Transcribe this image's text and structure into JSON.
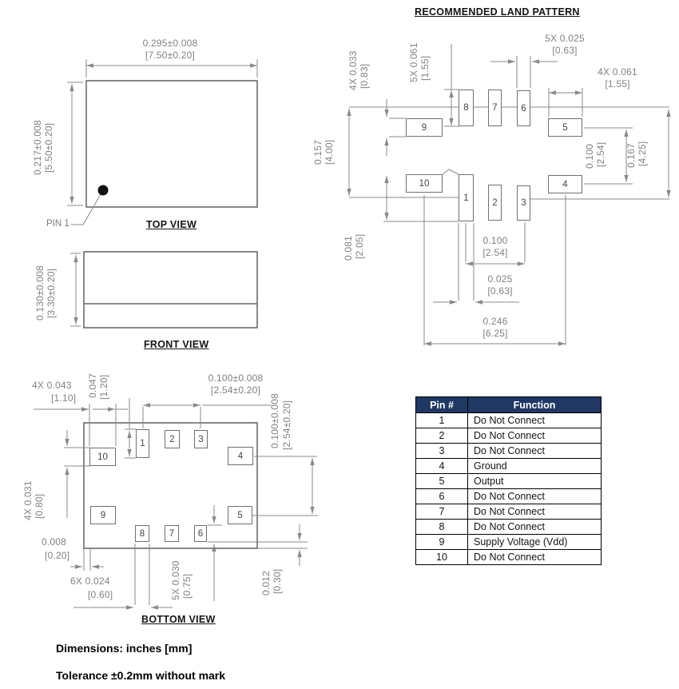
{
  "colors": {
    "table_header_bg": "#1F3864",
    "drawing_line": "#8A8A8A",
    "dim_text": "#818181"
  },
  "top_view": {
    "label": "TOP VIEW",
    "pin1_label": "PIN 1",
    "width_dim": [
      "0.295±0.008",
      "[7.50±0.20]"
    ],
    "height_dim": [
      "0.217±0.008",
      "[5.50±0.20]"
    ]
  },
  "front_view": {
    "label": "FRONT VIEW",
    "height_dim": [
      "0.130±0.008",
      "[3.30±0.20]"
    ]
  },
  "bottom_view": {
    "label": "BOTTOM VIEW",
    "pad_labels": {
      "p1": "1",
      "p2": "2",
      "p3": "3",
      "p4": "4",
      "p5": "5",
      "p6": "6",
      "p7": "7",
      "p8": "8",
      "p9": "9",
      "p10": "10"
    },
    "dims": {
      "corner_pad_width": [
        "4X 0.043",
        "[1.10]"
      ],
      "pad1_height": [
        "0.047",
        "[1.20]"
      ],
      "top_pitch": [
        "0.100±0.008",
        "[2.54±0.20]"
      ],
      "right_row_gap": [
        "0.100±0.008",
        "[2.54±0.20]"
      ],
      "corner_pad_height": [
        "4X 0.031",
        "[0.80]"
      ],
      "edge_gap": [
        "0.008",
        "[0.20]"
      ],
      "small_pad_width": [
        "6X 0.024",
        "[0.60]"
      ],
      "small_pad_height": [
        "5X 0.030",
        "[0.75]"
      ],
      "bottom_edge_gap": [
        "0.012",
        "[0.30]"
      ]
    }
  },
  "land_pattern": {
    "title": "RECOMMENDED LAND PATTERN",
    "pad_labels": {
      "p1": "1",
      "p2": "2",
      "p3": "3",
      "p4": "4",
      "p5": "5",
      "p6": "6",
      "p7": "7",
      "p8": "8",
      "p9": "9",
      "p10": "10"
    },
    "dims": {
      "overall_height_left": [
        "0.157",
        "[4.00]"
      ],
      "corner_pad_height": [
        "4X 0.033",
        "[0.83]"
      ],
      "tall_pad_height": [
        "5X 0.061",
        "[1.55]"
      ],
      "small_pad_width": [
        "5X 0.025",
        "[0.63]"
      ],
      "corner_pad_width": [
        "4X 0.061",
        "[1.55]"
      ],
      "right_row_gap": [
        "0.100",
        "[2.54]"
      ],
      "overall_height_right": [
        "0.167",
        "[4.25]"
      ],
      "pad1_height": [
        "0.081",
        "[2.05]"
      ],
      "bottom_pitch": [
        "0.100",
        "[2.54]"
      ],
      "pad1_width": [
        "0.025",
        "[0.63]"
      ],
      "overall_width": [
        "0.246",
        "[6.25]"
      ]
    }
  },
  "pin_table": {
    "headers": [
      "Pin #",
      "Function"
    ],
    "rows": [
      {
        "pin": "1",
        "fn": "Do Not Connect"
      },
      {
        "pin": "2",
        "fn": "Do Not Connect"
      },
      {
        "pin": "3",
        "fn": "Do Not Connect"
      },
      {
        "pin": "4",
        "fn": "Ground"
      },
      {
        "pin": "5",
        "fn": "Output"
      },
      {
        "pin": "6",
        "fn": "Do Not Connect"
      },
      {
        "pin": "7",
        "fn": "Do Not Connect"
      },
      {
        "pin": "8",
        "fn": "Do Not Connect"
      },
      {
        "pin": "9",
        "fn": "Supply Voltage (Vdd)"
      },
      {
        "pin": "10",
        "fn": "Do Not Connect"
      }
    ]
  },
  "footer": {
    "line1": "Dimensions: inches [mm]",
    "line2": "Tolerance ±0.2mm without mark"
  }
}
